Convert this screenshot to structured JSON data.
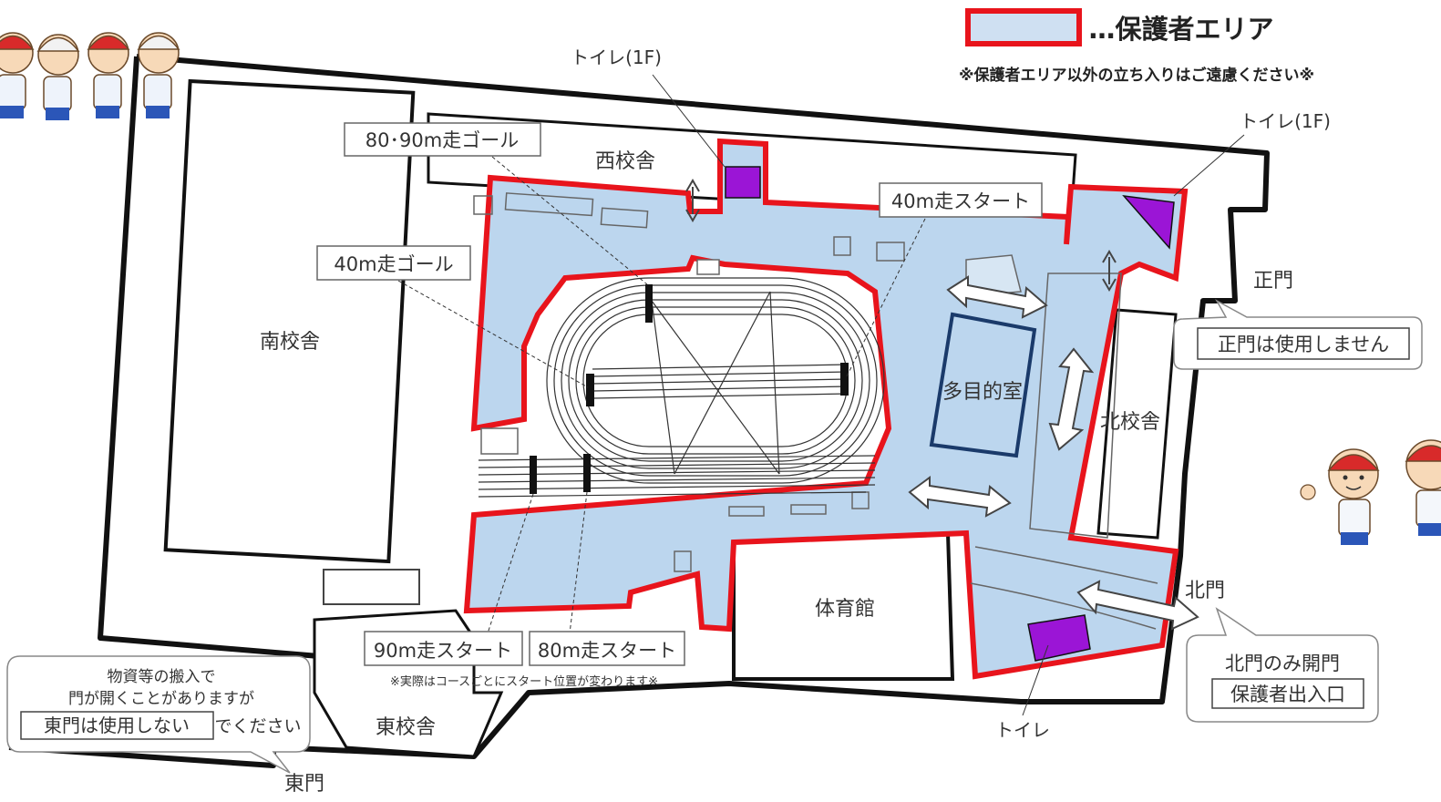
{
  "legend": {
    "label": "…保護者エリア",
    "note": "※保護者エリア以外の立ち入りはご遠慮ください※",
    "swatch_fill": "#cfe0f2",
    "swatch_border": "#e8141c"
  },
  "colors": {
    "guardian_area_fill": "#bcd6ee",
    "guardian_area_border": "#e8141c",
    "toilet_fill": "#9b15d6",
    "building_stroke": "#111111"
  },
  "buildings": {
    "south": "南校舎",
    "west": "西校舎",
    "north": "北校舎",
    "east": "東校舎",
    "gym": "体育館",
    "multipurpose": "多目的室"
  },
  "gates": {
    "main": "正門",
    "north": "北門",
    "east": "東門"
  },
  "toilets": {
    "west_1f": "トイレ(1F)",
    "northeast_1f": "トイレ(1F)",
    "bottom": "トイレ"
  },
  "race_markers": {
    "goal_80_90": "80･90m走ゴール",
    "start_40": "40m走スタート",
    "goal_40": "40m走ゴール",
    "start_90": "90m走スタート",
    "start_80": "80m走スタート",
    "note": "※実際はコースごとにスタート位置が変わります※"
  },
  "callouts": {
    "main_gate_unused": "正門は使用しません",
    "north_gate_line1": "北門のみ開門",
    "north_gate_line2": "保護者出入口",
    "east_gate_line1": "物資等の搬入で",
    "east_gate_line2": "門が開くことがありますが",
    "east_gate_boxed": "東門は使用しない",
    "east_gate_suffix": "でください"
  },
  "illustrations": {
    "top_left": "children-running-illustration",
    "right": "children-cheering-illustration"
  }
}
